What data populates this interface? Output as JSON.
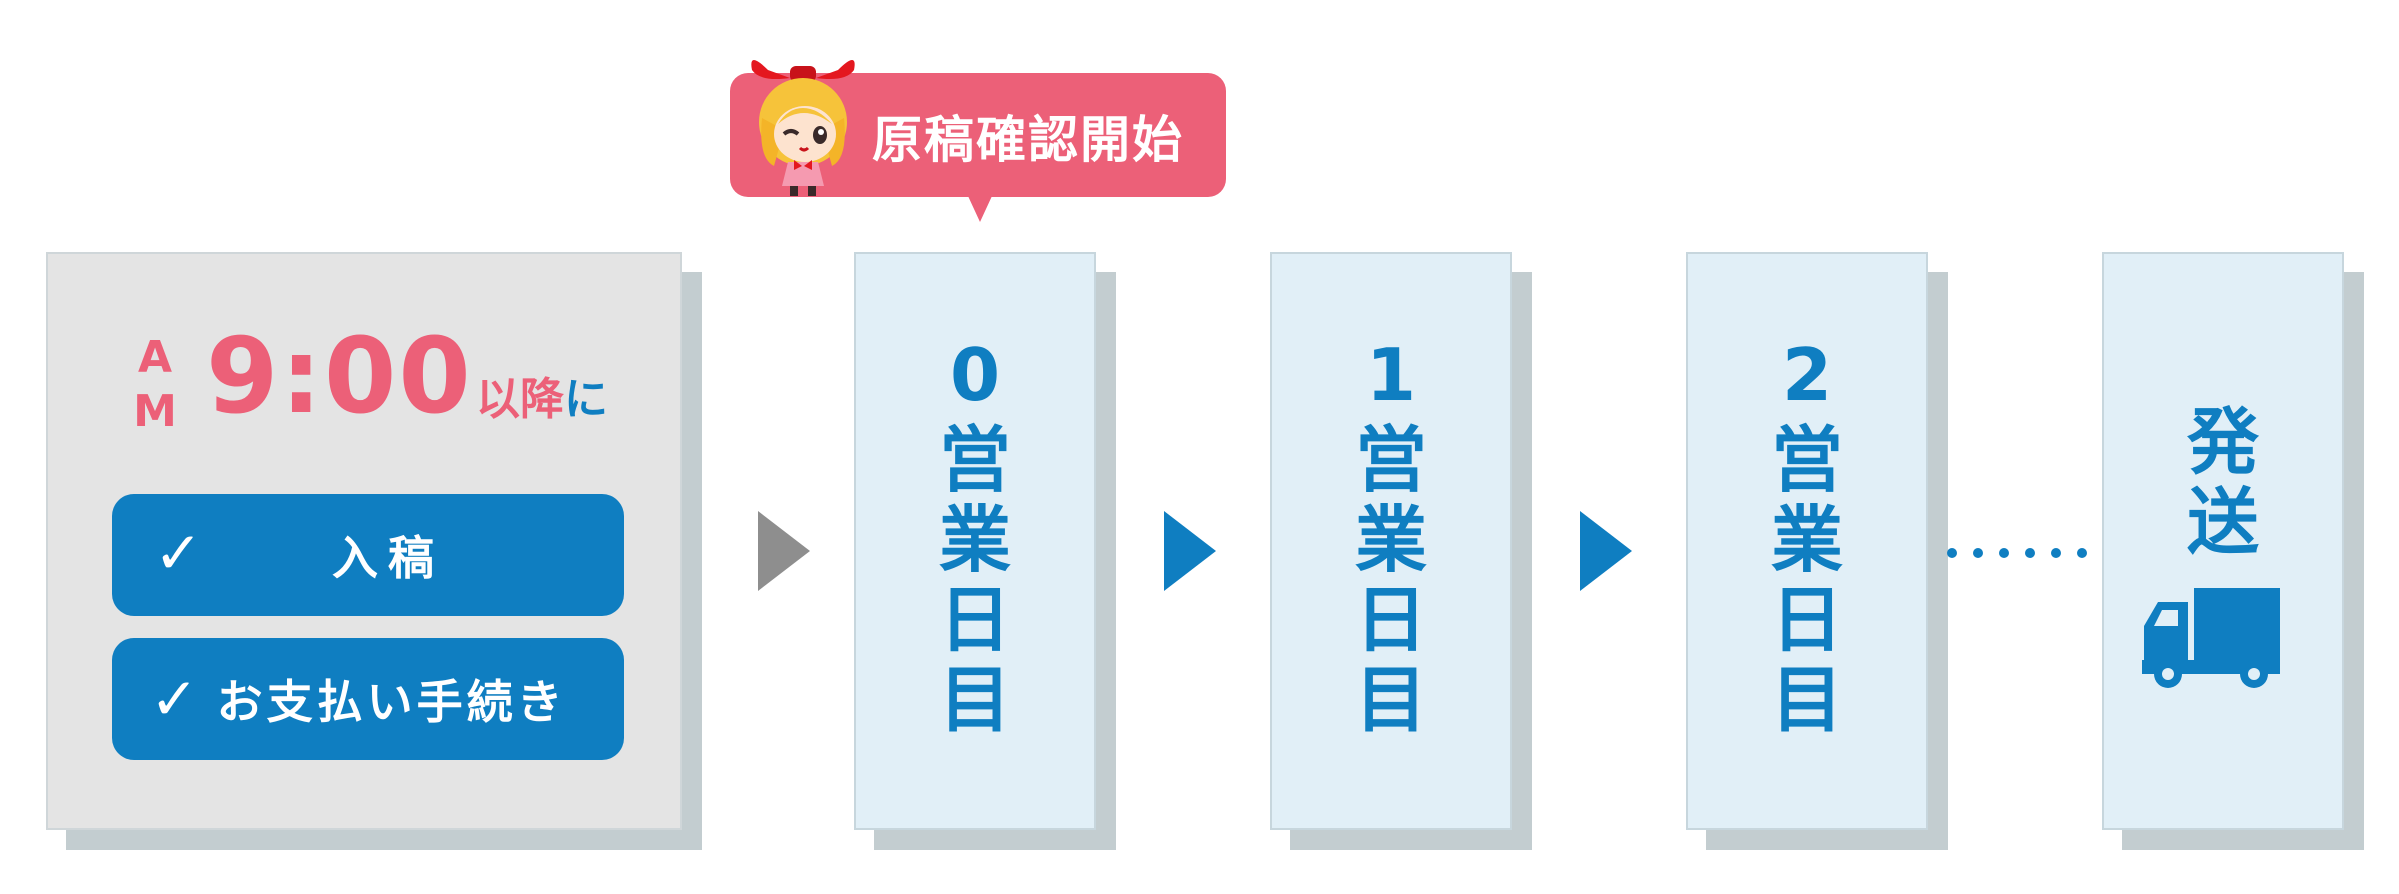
{
  "start": {
    "am_letters": [
      "A",
      "M"
    ],
    "time": "9:00",
    "after_pink": "以降",
    "after_blue": "に",
    "buttons": [
      {
        "check": "✓",
        "label": "入稿"
      },
      {
        "check": "✓",
        "label": "お支払い手続き"
      }
    ]
  },
  "bubble": {
    "text": "原稿確認開始"
  },
  "steps": [
    {
      "number": "0",
      "chars": [
        "営",
        "業",
        "日",
        "目"
      ]
    },
    {
      "number": "1",
      "chars": [
        "営",
        "業",
        "日",
        "目"
      ]
    },
    {
      "number": "2",
      "chars": [
        "営",
        "業",
        "日",
        "目"
      ]
    }
  ],
  "ship": {
    "chars": [
      "発",
      "送"
    ],
    "icon": "truck-icon"
  },
  "colors": {
    "accent_blue": "#0f7ec1",
    "accent_pink": "#ec6078",
    "card_blue": "#e1eff7",
    "card_gray": "#e4e4e4"
  }
}
